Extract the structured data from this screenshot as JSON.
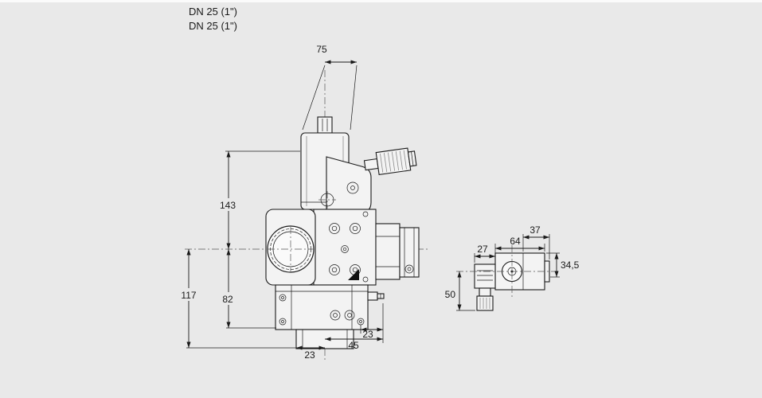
{
  "page": {
    "background": "#e9e9e9",
    "colors": {
      "line": "#1a1a1a",
      "fill": "#f3f3f3",
      "centerline": "#555555"
    }
  },
  "header": {
    "line1": "DN 25 (1\")",
    "line2": "DN 25 (1\")"
  },
  "main_view": {
    "description": "valve-front-view-with-actuator",
    "dims": {
      "top_width": "75",
      "upper_height": "143",
      "total_height": "117",
      "lower_height": "82",
      "bottom_left": "23",
      "bottom_center": "45",
      "bottom_right": "23"
    }
  },
  "side_view": {
    "description": "solenoid-side-view",
    "dims": {
      "depth_top": "37",
      "depth_mid": "64",
      "depth_front": "27",
      "height_right": "34,5",
      "height_left": "50"
    }
  }
}
